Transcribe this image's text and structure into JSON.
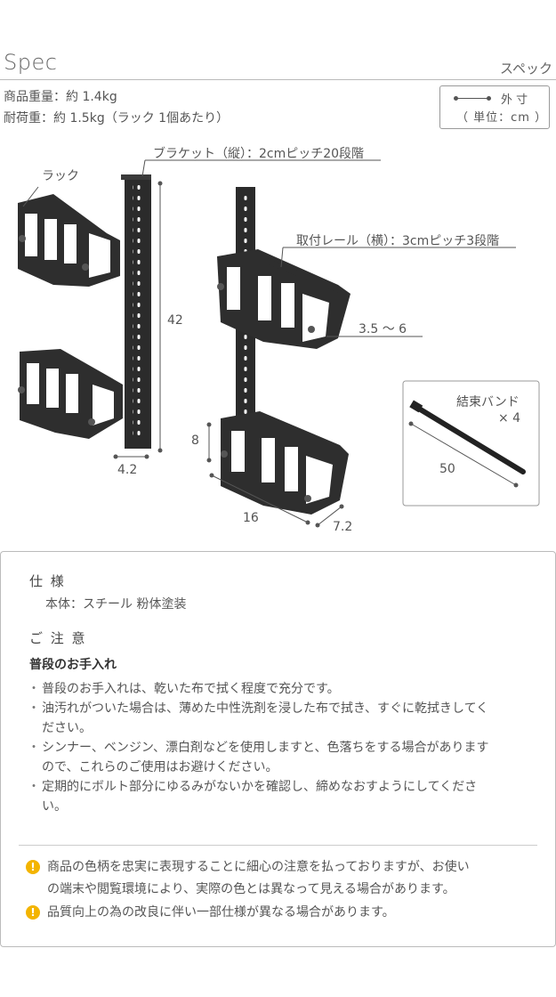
{
  "header": {
    "title": "Spec",
    "subtitle": "スペック"
  },
  "weights": {
    "product": "商品重量：約 1.4kg",
    "load": "耐荷重：約 1.5kg（ラック 1個あたり）"
  },
  "legend": {
    "label": "外 寸",
    "unit": "（ 単位：cm ）"
  },
  "diagram": {
    "rack_label": "ラック",
    "bracket_label": "ブラケット（縦）：2cmピッチ20段階",
    "rail_label": "取付レール（横）：3cmピッチ3段階",
    "dim_height": "42",
    "dim_width": "4.2",
    "dim_rail": "3.5 ～ 6",
    "dim_rack_h": "8",
    "dim_rack_w": "16",
    "dim_rack_d": "7.2",
    "band_label": "結束バンド",
    "band_count": "× 4",
    "band_length": "50"
  },
  "notes": {
    "spec_title": "仕 様",
    "spec_body": "本体：スチール 粉体塗装",
    "caution_title": "ご 注 意",
    "care_title": "普段のお手入れ",
    "bullets": [
      [
        "普段のお手入れは、乾いた布で拭く程度で充分です。"
      ],
      [
        "油汚れがついた場合は、薄めた中性洗剤を浸した布で拭き、すぐに乾拭きしてく",
        "ださい。"
      ],
      [
        "シンナー、ベンジン、漂白剤などを使用しますと、色落ちをする場合があります",
        "ので、これらのご使用はお避けください。"
      ],
      [
        "定期的にボルト部分にゆるみがないかを確認し、締めなおすようにしてくださ",
        "い。"
      ]
    ],
    "warnings": [
      [
        "商品の色柄を忠実に表現することに細心の注意を払っておりますが、お使い",
        "の端末や閲覧環境により、実際の色とは異なって見える場合があります。"
      ],
      [
        "品質向上の為の改良に伴い一部仕様が異なる場合があります。"
      ]
    ]
  }
}
